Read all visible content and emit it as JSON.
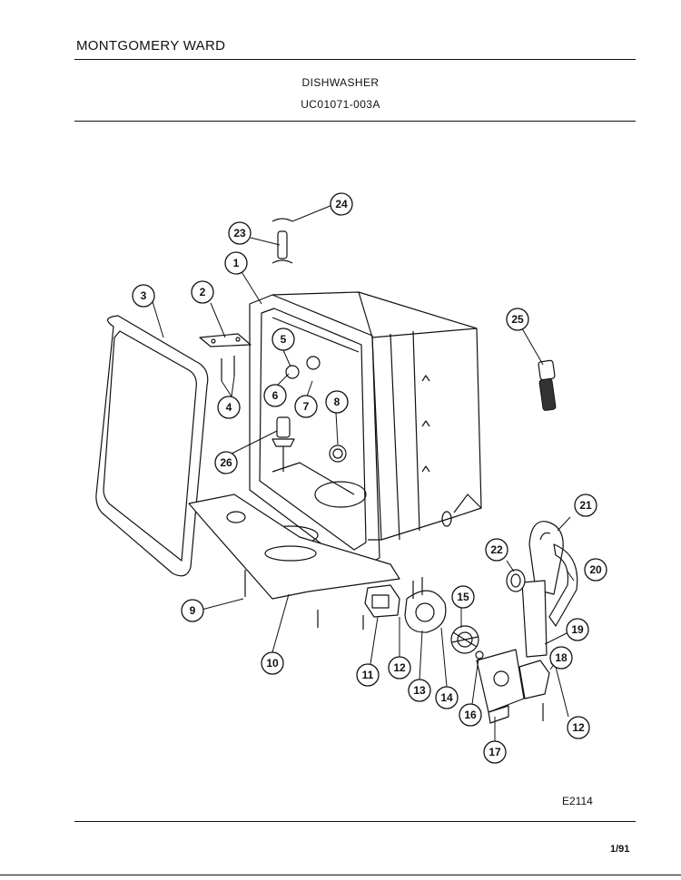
{
  "header": {
    "brand": "MONTGOMERY WARD",
    "product": "DISHWASHER",
    "model": "UC01071-003A"
  },
  "footer": {
    "code": "E2114",
    "page": "1/91"
  },
  "callouts": [
    "1",
    "2",
    "3",
    "4",
    "5",
    "6",
    "7",
    "8",
    "9",
    "10",
    "11",
    "12",
    "13",
    "14",
    "15",
    "16",
    "17",
    "18",
    "19",
    "20",
    "21",
    "22",
    "23",
    "24",
    "25",
    "26"
  ]
}
